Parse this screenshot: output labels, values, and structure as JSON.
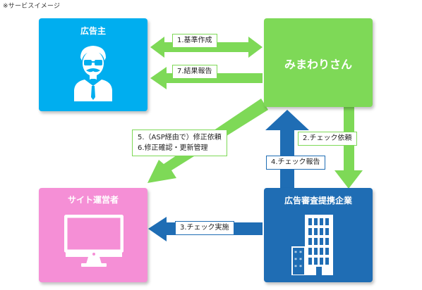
{
  "note": "※サービスイメージ",
  "nodes": {
    "advertiser": {
      "label": "広告主",
      "color": "#00aeef",
      "icon": "advertiser-person-icon"
    },
    "mimawari": {
      "label": "みまわりさん",
      "color": "#7ed957"
    },
    "site_operator": {
      "label": "サイト運営者",
      "color": "#f58fd6",
      "icon": "monitor-icon"
    },
    "partner": {
      "label": "広告審査提携企業",
      "color": "#1f6db4",
      "icon": "office-building-icon"
    }
  },
  "steps": {
    "s1": "1.基準作成",
    "s2": "2.チェック依頼",
    "s3": "3.チェック実施",
    "s4": "4.チェック報告",
    "s5": "5.（ASP経由で）修正依頼",
    "s6": "6.修正確認・更新管理",
    "s7": "7.結果報告"
  },
  "colors": {
    "arrow_green": "#7ed957",
    "arrow_blue": "#1f6db4"
  }
}
